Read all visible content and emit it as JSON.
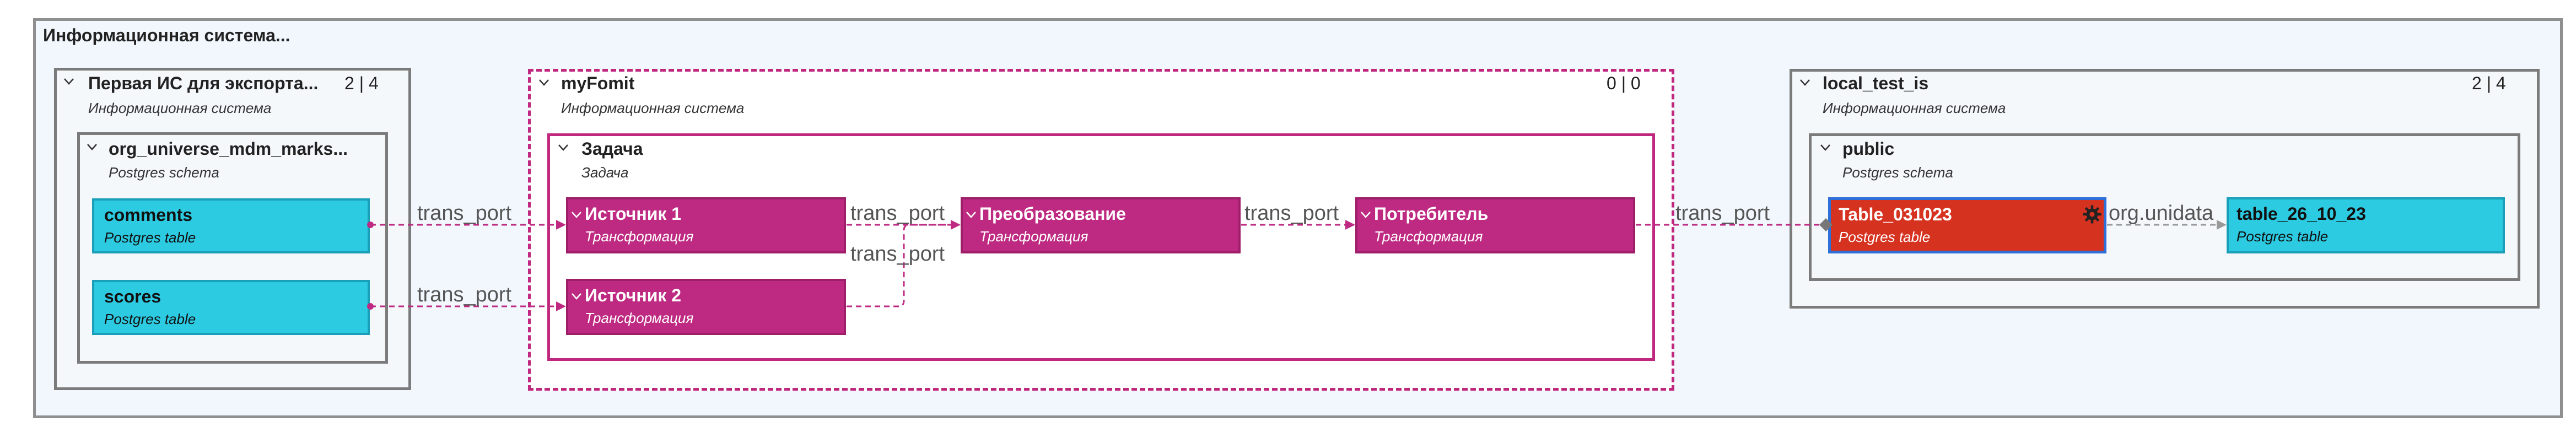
{
  "outer": {
    "title": "Информационная система..."
  },
  "is1": {
    "title": "Первая ИС для экспорта...",
    "subtitle": "Информационная система",
    "count": "2 | 4"
  },
  "schema1": {
    "title": "org_universe_mdm_marks...",
    "subtitle": "Postgres schema"
  },
  "comments": {
    "title": "comments",
    "subtitle": "Postgres table"
  },
  "scores": {
    "title": "scores",
    "subtitle": "Postgres table"
  },
  "fomit": {
    "title": "myFomit",
    "subtitle": "Информационная система",
    "count": "0 | 0"
  },
  "task": {
    "title": "Задача",
    "subtitle": "Задача"
  },
  "src1": {
    "title": "Источник 1",
    "subtitle": "Трансформация"
  },
  "src2": {
    "title": "Источник 2",
    "subtitle": "Трансформация"
  },
  "transform": {
    "title": "Преобразование",
    "subtitle": "Трансформация"
  },
  "consumer": {
    "title": "Потребитель",
    "subtitle": "Трансформация"
  },
  "is2": {
    "title": "local_test_is",
    "subtitle": "Информационная система",
    "count": "2 | 4"
  },
  "schema2": {
    "title": "public",
    "subtitle": "Postgres schema"
  },
  "t1": {
    "title": "Table_031023",
    "subtitle": "Postgres table"
  },
  "t2": {
    "title": "table_26_10_23",
    "subtitle": "Postgres table"
  },
  "edges": {
    "e1": "trans_port",
    "e2": "trans_port",
    "e3": "trans_port",
    "e4": "trans_port",
    "e5": "trans_port",
    "e6": "trans_port",
    "e7": "org.unidata"
  },
  "colors": {
    "magenta": "#be2a82",
    "cyan": "#2ccbe2",
    "red": "#d63220",
    "selected_border": "#2f6fd8"
  }
}
